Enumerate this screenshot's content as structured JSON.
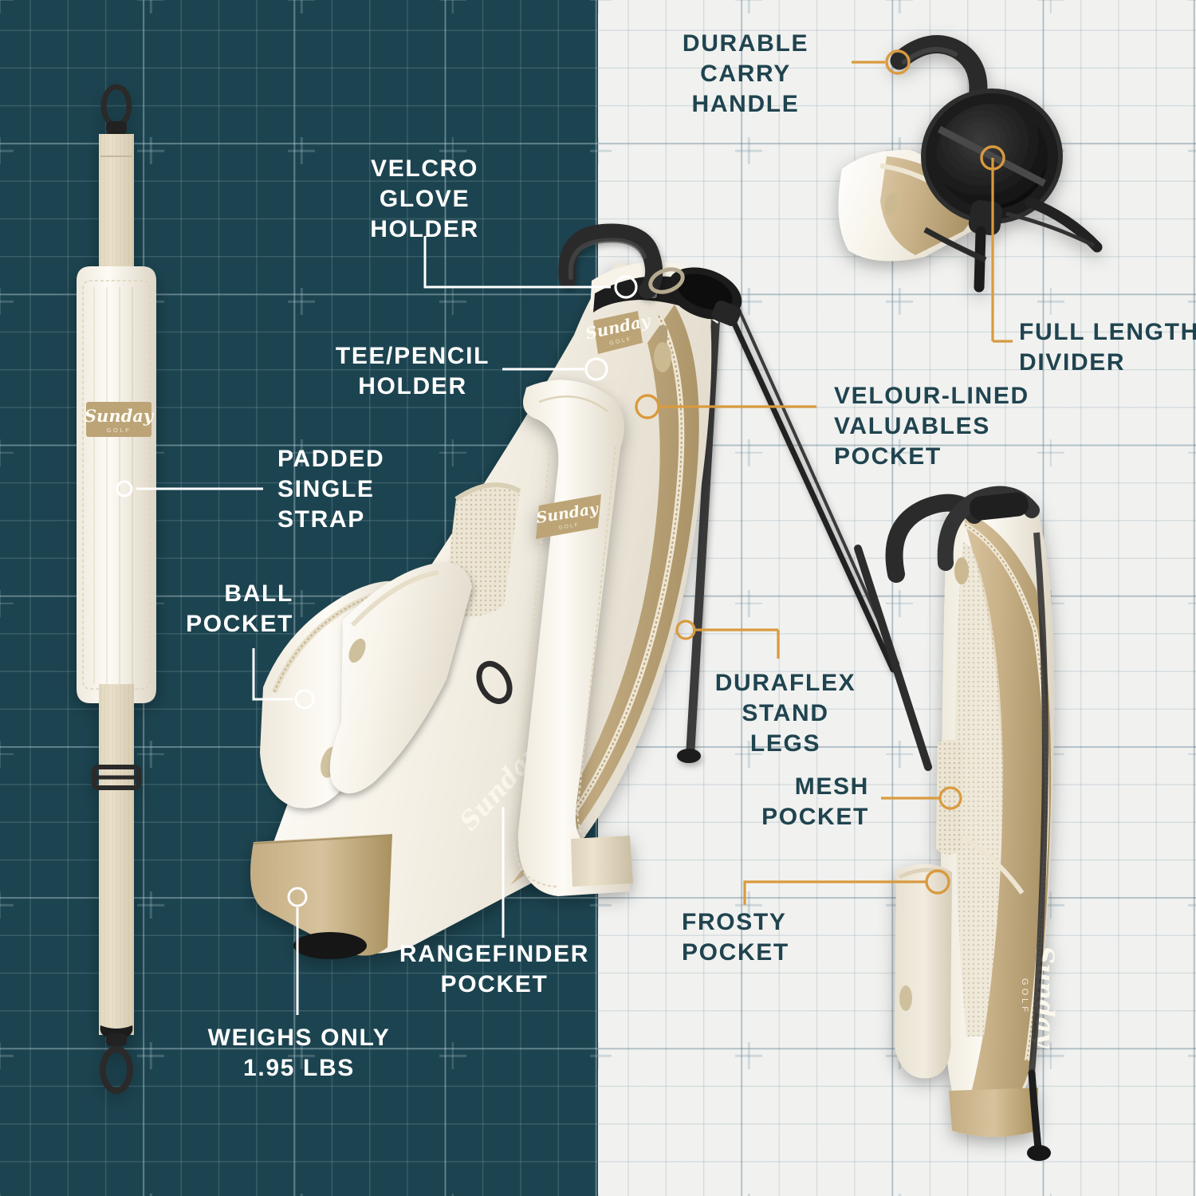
{
  "theme": {
    "dark_panel_bg": "#1c4450",
    "light_panel_bg": "#f1f2f0",
    "dark_text": "#20444f",
    "light_text": "#ffffff",
    "accent_orange": "#d99a3e",
    "leader_white": "#ffffff",
    "bag_cream": "#f6f2e8",
    "bag_tan": "#c9b188"
  },
  "brand": {
    "name": "Sunday",
    "sub": "GOLF"
  },
  "dark_panel": {
    "annotations": [
      {
        "id": "velcro-glove-holder",
        "text": "VELCRO\nGLOVE HOLDER"
      },
      {
        "id": "tee-pencil-holder",
        "text": "TEE/PENCIL\nHOLDER"
      },
      {
        "id": "padded-single-strap",
        "text": "PADDED\nSINGLE\nSTRAP"
      },
      {
        "id": "ball-pocket",
        "text": "BALL\nPOCKET"
      },
      {
        "id": "rangefinder-pocket",
        "text": "RANGEFINDER\nPOCKET"
      },
      {
        "id": "weighs-only",
        "text": "WEIGHS ONLY\n1.95 LBS"
      }
    ]
  },
  "light_panel": {
    "annotations": [
      {
        "id": "durable-carry-handle",
        "text": "DURABLE CARRY\nHANDLE"
      },
      {
        "id": "full-length-divider",
        "text": "FULL LENGTH\nDIVIDER"
      },
      {
        "id": "velour-lined-valuables-pocket",
        "text": "VELOUR-LINED\nVALUABLES POCKET"
      },
      {
        "id": "duraflex-stand-legs",
        "text": "DURAFLEX\nSTAND LEGS"
      },
      {
        "id": "mesh-pocket",
        "text": "MESH\nPOCKET"
      },
      {
        "id": "frosty-pocket",
        "text": "FROSTY\nPOCKET"
      }
    ]
  },
  "products": {
    "strap": "padded-single-strap-photo",
    "front_bag": "golf-bag-front-view-photo",
    "top_bag": "golf-bag-top-divider-view-photo",
    "side_bag": "golf-bag-side-view-photo"
  }
}
